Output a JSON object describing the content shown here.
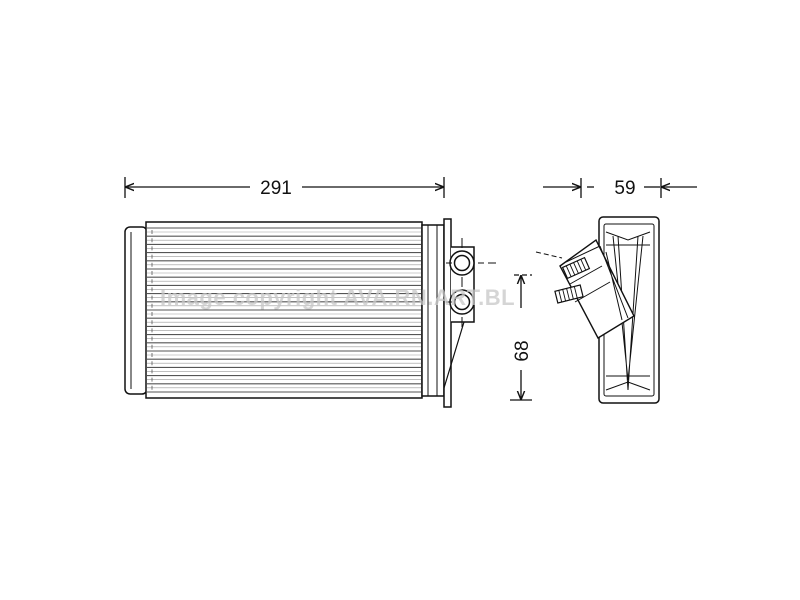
{
  "dimensions": {
    "width": "291",
    "depth": "59",
    "pipe_spacing": "68"
  },
  "watermark": "Image copyright AVA.RN.ART.BL",
  "colors": {
    "line": "#111111",
    "fin": "#555555",
    "watermark": "#c8c8c8"
  }
}
